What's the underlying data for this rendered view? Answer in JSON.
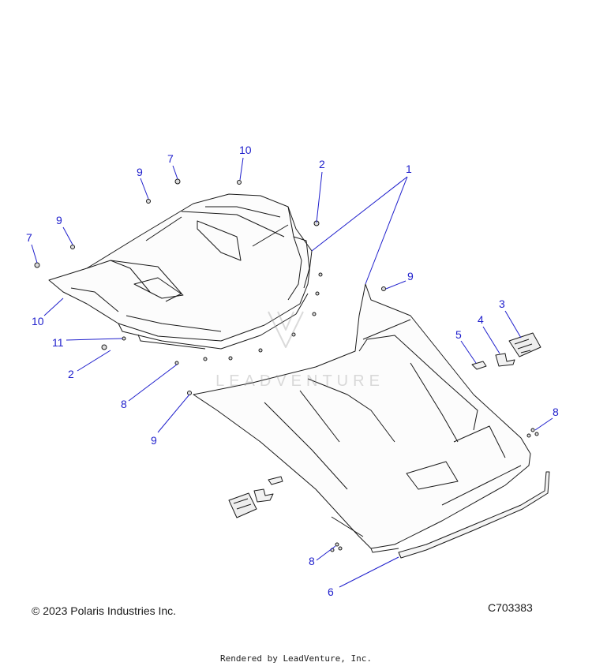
{
  "diagram": {
    "callouts": [
      {
        "id": "c1",
        "label": "1"
      },
      {
        "id": "c2a",
        "label": "2"
      },
      {
        "id": "c2b",
        "label": "2"
      },
      {
        "id": "c3",
        "label": "3"
      },
      {
        "id": "c4",
        "label": "4"
      },
      {
        "id": "c5",
        "label": "5"
      },
      {
        "id": "c6",
        "label": "6"
      },
      {
        "id": "c7a",
        "label": "7"
      },
      {
        "id": "c7b",
        "label": "7"
      },
      {
        "id": "c8a",
        "label": "8"
      },
      {
        "id": "c8b",
        "label": "8"
      },
      {
        "id": "c8c",
        "label": "8"
      },
      {
        "id": "c9a",
        "label": "9"
      },
      {
        "id": "c9b",
        "label": "9"
      },
      {
        "id": "c9c",
        "label": "9"
      },
      {
        "id": "c9d",
        "label": "9"
      },
      {
        "id": "c10a",
        "label": "10"
      },
      {
        "id": "c10b",
        "label": "10"
      },
      {
        "id": "c11",
        "label": "11"
      }
    ],
    "copyright": "© 2023 Polaris Industries Inc.",
    "part_code": "C703383",
    "watermark_text": "LEADVENTURE",
    "footer": "Rendered by LeadVenture, Inc.",
    "colors": {
      "callout": "#1e1ecc",
      "line_art": "#1a1a1a"
    }
  }
}
